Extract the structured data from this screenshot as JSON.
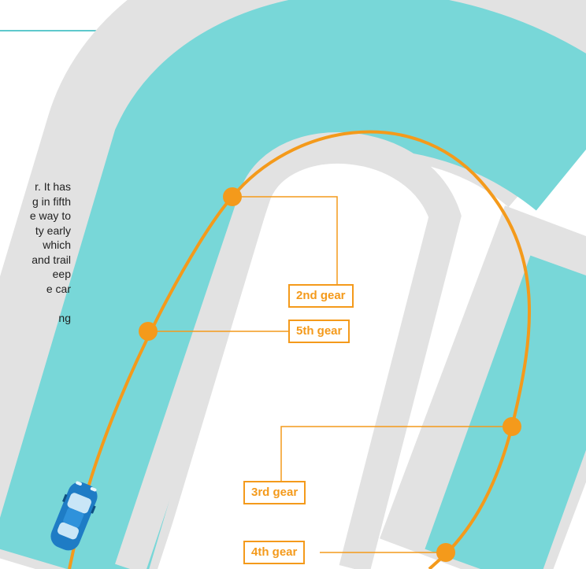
{
  "body_text": {
    "lines": [
      "r. It has",
      "g in fifth",
      "e way to",
      "ty early",
      "which",
      "and trail",
      "eep",
      "e car",
      "",
      "ng"
    ]
  },
  "gear_labels": {
    "second": "2nd gear",
    "fifth": "5th gear",
    "third": "3rd gear",
    "fourth": "4th gear"
  },
  "colors": {
    "track_fill": "#78d7d8",
    "track_border": "#e2e2e2",
    "racing_line": "#f49a1b",
    "rule": "#5ec9cc",
    "car_body": "#1e7cc5"
  },
  "icons": {
    "car": "car-icon"
  }
}
